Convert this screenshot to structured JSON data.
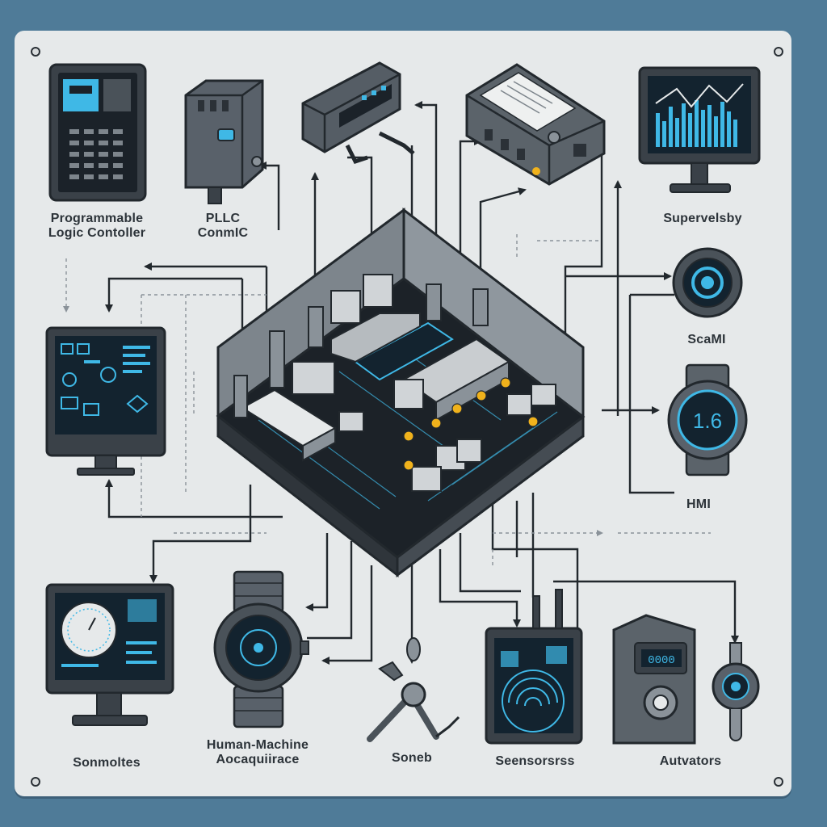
{
  "labels": {
    "plc_line1": "Programmable",
    "plc_line2": "Logic Contoller",
    "pllc_line1": "PLLC",
    "pllc_line2": "ConmIC",
    "supervisory": "Supervelsby",
    "scami": "ScaMI",
    "hmi": "HMI",
    "sonmoltes": "Sonmoltes",
    "hm_line1": "Human-Machine",
    "hm_line2": "Aocaquiirace",
    "soneb": "Soneb",
    "sensors": "Seensorsrss",
    "actuators": "Autvators"
  },
  "display": {
    "gauge_value": "1.6",
    "actuator_readout": "0000"
  },
  "colors": {
    "background": "#4f7b98",
    "panel": "#e6e9ea",
    "screen": "#13232f",
    "accent": "#3fb8e6",
    "device": "#5b636a",
    "dark_outline": "#22282d",
    "led": "#f0b21c"
  }
}
